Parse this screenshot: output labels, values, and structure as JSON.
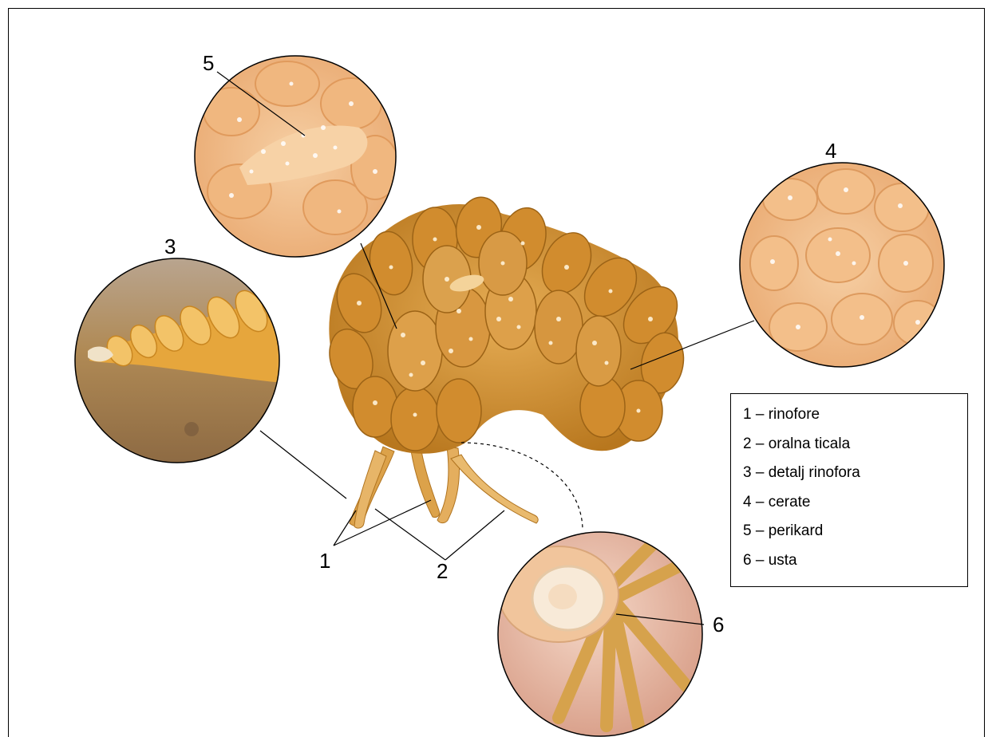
{
  "callouts": {
    "c1": "1",
    "c2": "2",
    "c3": "3",
    "c4": "4",
    "c5": "5",
    "c6": "6"
  },
  "legend": {
    "items": [
      "1 – rinofore",
      "2 – oralna ticala",
      "3 – detalj rinofora",
      "4 – cerate",
      "5 – perikard",
      "6 – usta"
    ]
  },
  "colors": {
    "body_dark": "#b8771e",
    "body_mid": "#d99a3c",
    "body_light": "#efc27a",
    "spot": "#fff2d8",
    "zoom_bg": "#f2c295",
    "mouth_bg": "#e9b9a8"
  }
}
